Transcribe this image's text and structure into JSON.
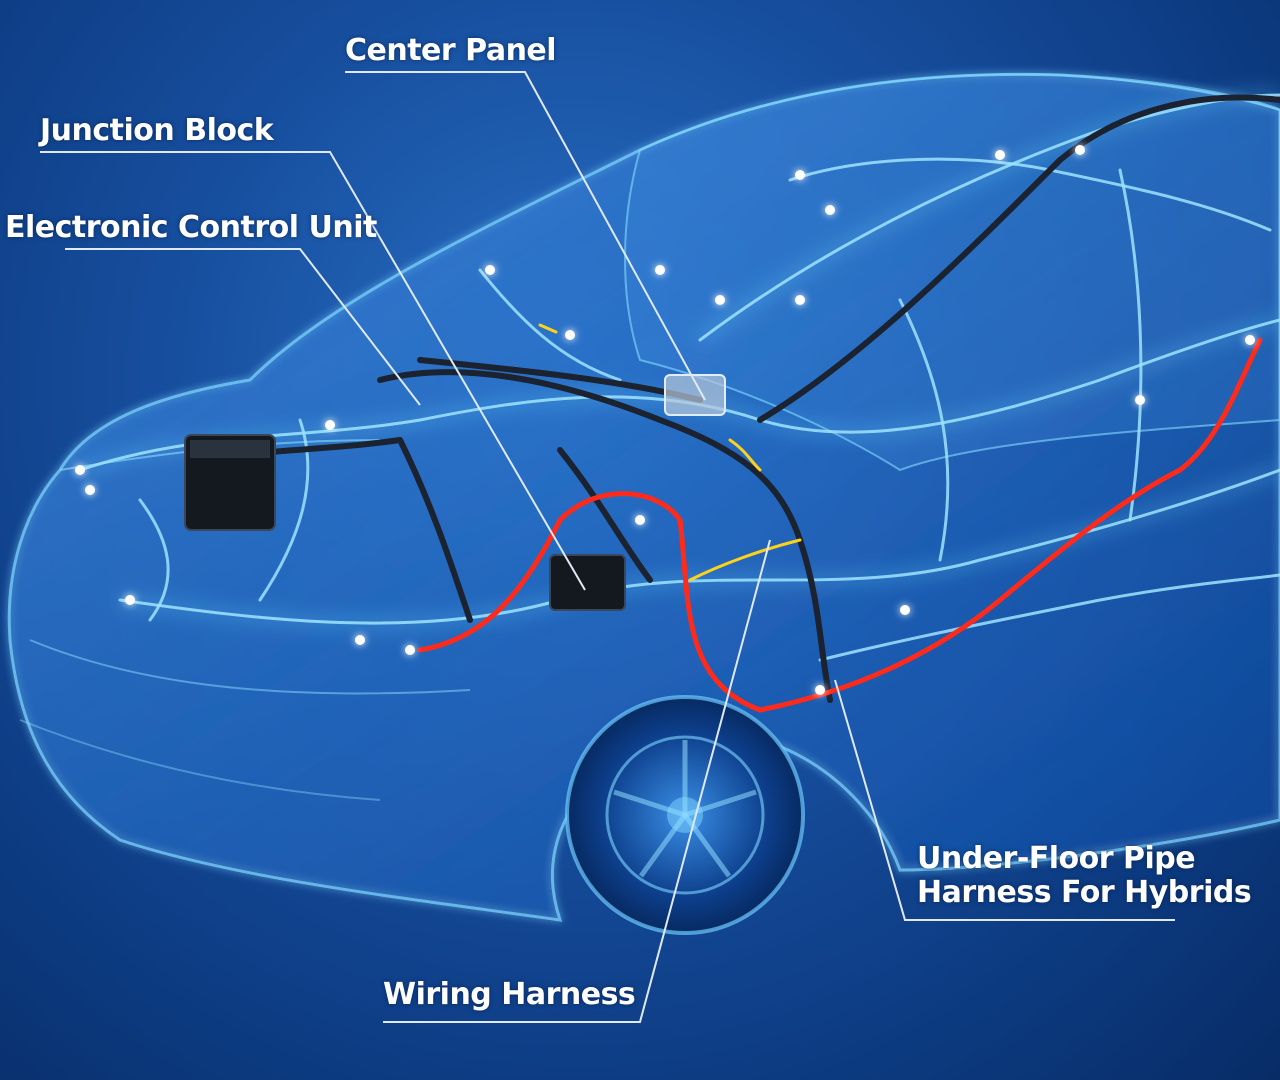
{
  "labels": {
    "center_panel": "Center Panel",
    "junction_block": "Junction Block",
    "electronic_control_unit": "Electronic Control Unit",
    "wiring_harness": "Wiring Harness",
    "under_floor_line1": "Under-Floor Pipe",
    "under_floor_line2": "Harness For Hybrids"
  },
  "colors": {
    "background": "#124a98",
    "car_body_glow": "#63c8ff",
    "wire_dark": "#1b2230",
    "wire_red": "#ff2a1a",
    "wire_yellow": "#ffd21a",
    "leader_line": "#dfe9f7",
    "label_text": "#ffffff"
  }
}
